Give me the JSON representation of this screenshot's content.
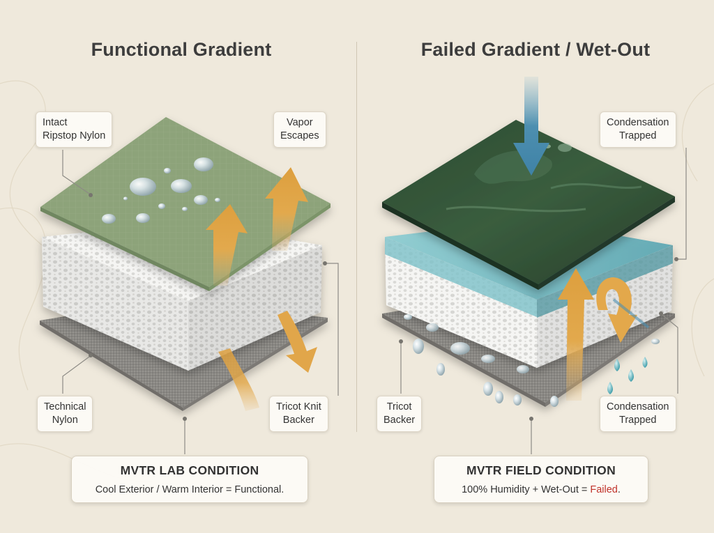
{
  "titles": {
    "left": "Functional Gradient",
    "right": "Failed Gradient / Wet-Out"
  },
  "left_panel": {
    "callouts": {
      "outer": [
        "Intact",
        "Ripstop Nylon"
      ],
      "vapor": [
        "Vapor",
        "Escapes"
      ],
      "technical": [
        "Technical",
        "Nylon"
      ],
      "tricot": [
        "Tricot Knit",
        "Backer"
      ]
    },
    "condition": {
      "heading": "MVTR LAB CONDITION",
      "body": "Cool Exterior / Warm Interior = Functional."
    }
  },
  "right_panel": {
    "callouts": {
      "condensation_top": [
        "Condensation",
        "Trapped"
      ],
      "tricot": [
        "Tricot",
        "Backer"
      ],
      "condensation_bottom": [
        "Condensation",
        "Trapped"
      ]
    },
    "condition": {
      "heading": "MVTR FIELD CONDITION",
      "body_prefix": "100% Humidity + Wet-Out = ",
      "body_status": "Failed",
      "body_suffix": "."
    }
  },
  "colors": {
    "background": "#efe9dc",
    "outer_green": "#8da37a",
    "wet_green": "#2f4d33",
    "foam": "#f4f4f2",
    "base_gray": "#8a8884",
    "vapor_arrow": "#e0a94c",
    "water_blue": "#4d8fb0",
    "wet_teal": "#7cc0c8",
    "failed_red": "#c0322a"
  }
}
